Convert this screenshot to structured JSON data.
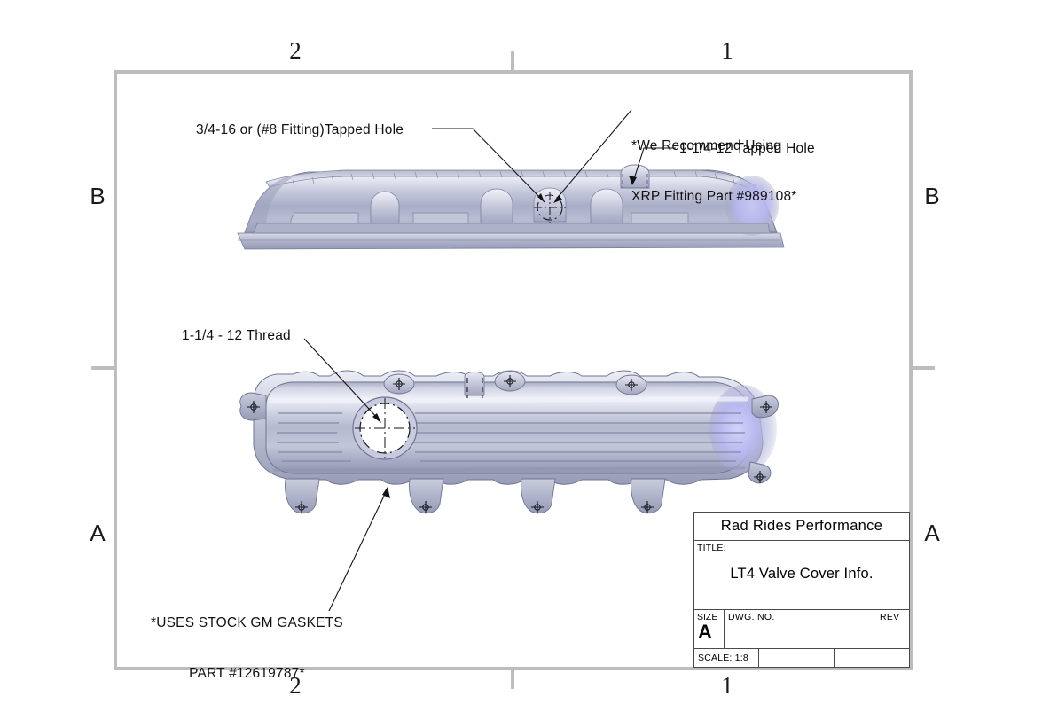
{
  "sheet": {
    "background": "#ffffff",
    "frame_color": "#bdbdbd"
  },
  "zones": {
    "top_left_number": "2",
    "top_right_number": "1",
    "bottom_left_number": "2",
    "bottom_right_number": "1",
    "left_upper_letter": "B",
    "left_lower_letter": "A",
    "right_upper_letter": "B",
    "right_lower_letter": "A"
  },
  "annotations": {
    "tapped_hole": "3/4-16 or (#8 Fitting)Tapped Hole",
    "xrp_line1": "*We Recommend Using",
    "xrp_line2": "XRP Fitting Part #989108*",
    "tapped_hole_12": "1-1/4-12 Tapped Hole",
    "thread": "1-1/4 - 12 Thread",
    "gaskets_line1": "*USES STOCK GM GASKETS",
    "gaskets_line2": "PART #12619787*"
  },
  "title_block": {
    "company": "Rad Rides Performance",
    "title_label": "TITLE:",
    "title_value": "LT4 Valve Cover Info.",
    "size_label": "SIZE",
    "size_value": "A",
    "dwg_no_label": "DWG. NO.",
    "dwg_no_value": "",
    "rev_label": "REV",
    "rev_value": "",
    "scale_label": "SCALE: 1:8"
  },
  "drawing": {
    "views": [
      {
        "name": "side-elevation-view",
        "description": "LT4 valve cover side elevation",
        "features": [
          "oil fill tapped hole",
          "raised breather boss",
          "rail flange"
        ]
      },
      {
        "name": "plan-view",
        "description": "LT4 valve cover top plan view",
        "features": [
          "1-1/4-12 threaded hole",
          "longitudinal ribs",
          "mounting bosses",
          "mounting tabs"
        ]
      }
    ],
    "colors": {
      "body_light": "#e8e9f2",
      "body_mid": "#b9bcd0",
      "body_dark": "#8f93ad",
      "highlight_blue": "#b4b4ec",
      "outline": "#6f7390"
    }
  }
}
